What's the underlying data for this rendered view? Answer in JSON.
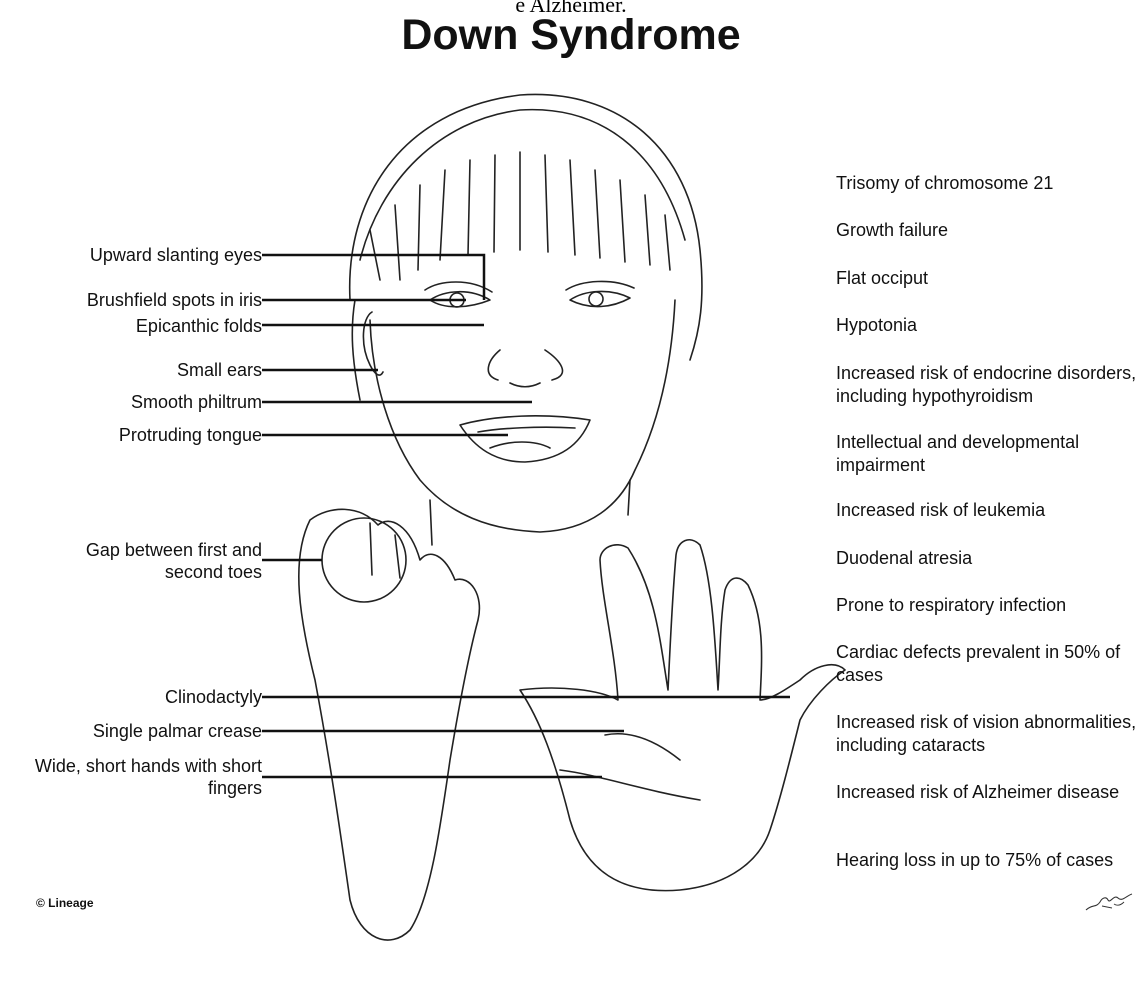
{
  "caption_top": "e Alzheimer.",
  "title": "Down Syndrome",
  "left_labels": [
    {
      "id": "upward-slanting-eyes",
      "text": "Upward slanting eyes"
    },
    {
      "id": "brushfield-spots",
      "text": "Brushfield spots in iris"
    },
    {
      "id": "epicanthic-folds",
      "text": "Epicanthic folds"
    },
    {
      "id": "small-ears",
      "text": "Small ears"
    },
    {
      "id": "smooth-philtrum",
      "text": "Smooth philtrum"
    },
    {
      "id": "protruding-tongue",
      "text": "Protruding tongue"
    },
    {
      "id": "toe-gap",
      "text": "Gap between first and second toes"
    },
    {
      "id": "clinodactyly",
      "text": "Clinodactyly"
    },
    {
      "id": "single-palmar-crease",
      "text": "Single palmar crease"
    },
    {
      "id": "short-hands",
      "text": "Wide, short hands with short fingers"
    }
  ],
  "right_list": [
    "Trisomy of chromosome 21",
    "Growth failure",
    "Flat occiput",
    "Hypotonia",
    "Increased risk of endocrine disorders, including hypothyroidism",
    "Intellectual and developmental impairment",
    "Increased risk of leukemia",
    "Duodenal atresia",
    "Prone to respiratory infection",
    "Cardiac defects prevalent in 50% of cases",
    "Increased risk of vision abnormalities, including cataracts",
    "Increased risk of Alzheimer disease",
    "Hearing loss in up to 75% of cases"
  ],
  "credit": "© Lineage",
  "signature": "Lineage"
}
